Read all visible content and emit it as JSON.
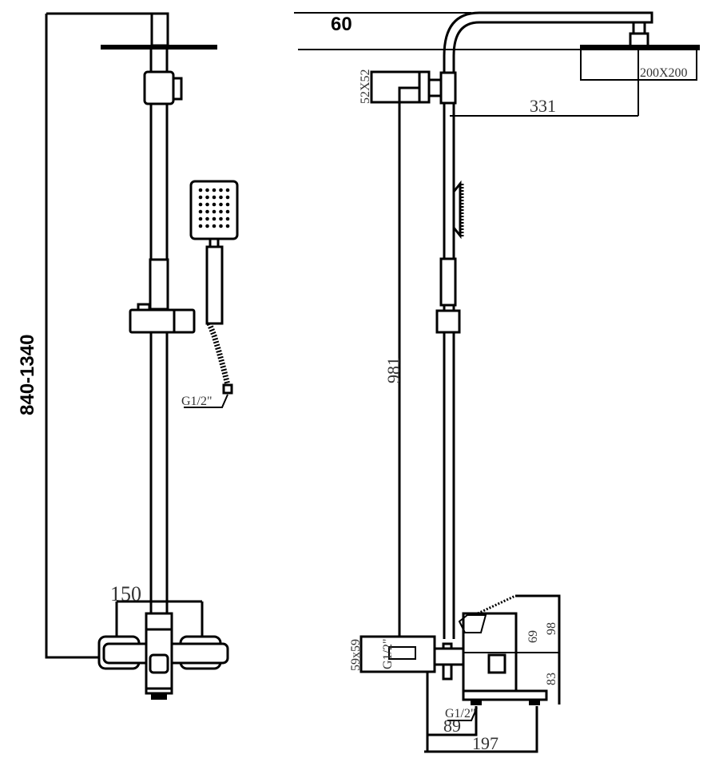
{
  "drawing": {
    "title": "Shower system dimension drawing",
    "front_view": {
      "height_range_label": "840-1340",
      "mixer_spacing_label": "150",
      "hand_shower_connection_label": "G1/2\""
    },
    "side_view": {
      "arm_offset_label": "60",
      "head_size_label": "200X200",
      "arm_reach_label": "331",
      "diverter_size_label": "52X52",
      "riser_height_label": "981",
      "flange_size_label": "59x59",
      "inlet_thread_label": "G1/2\"",
      "outlet_thread_label": "G1/2\"",
      "spout_height_label": "98",
      "handle_height_label": "69",
      "body_height_label": "83",
      "outlet_offset_label": "89",
      "spout_projection_label": "197"
    }
  }
}
